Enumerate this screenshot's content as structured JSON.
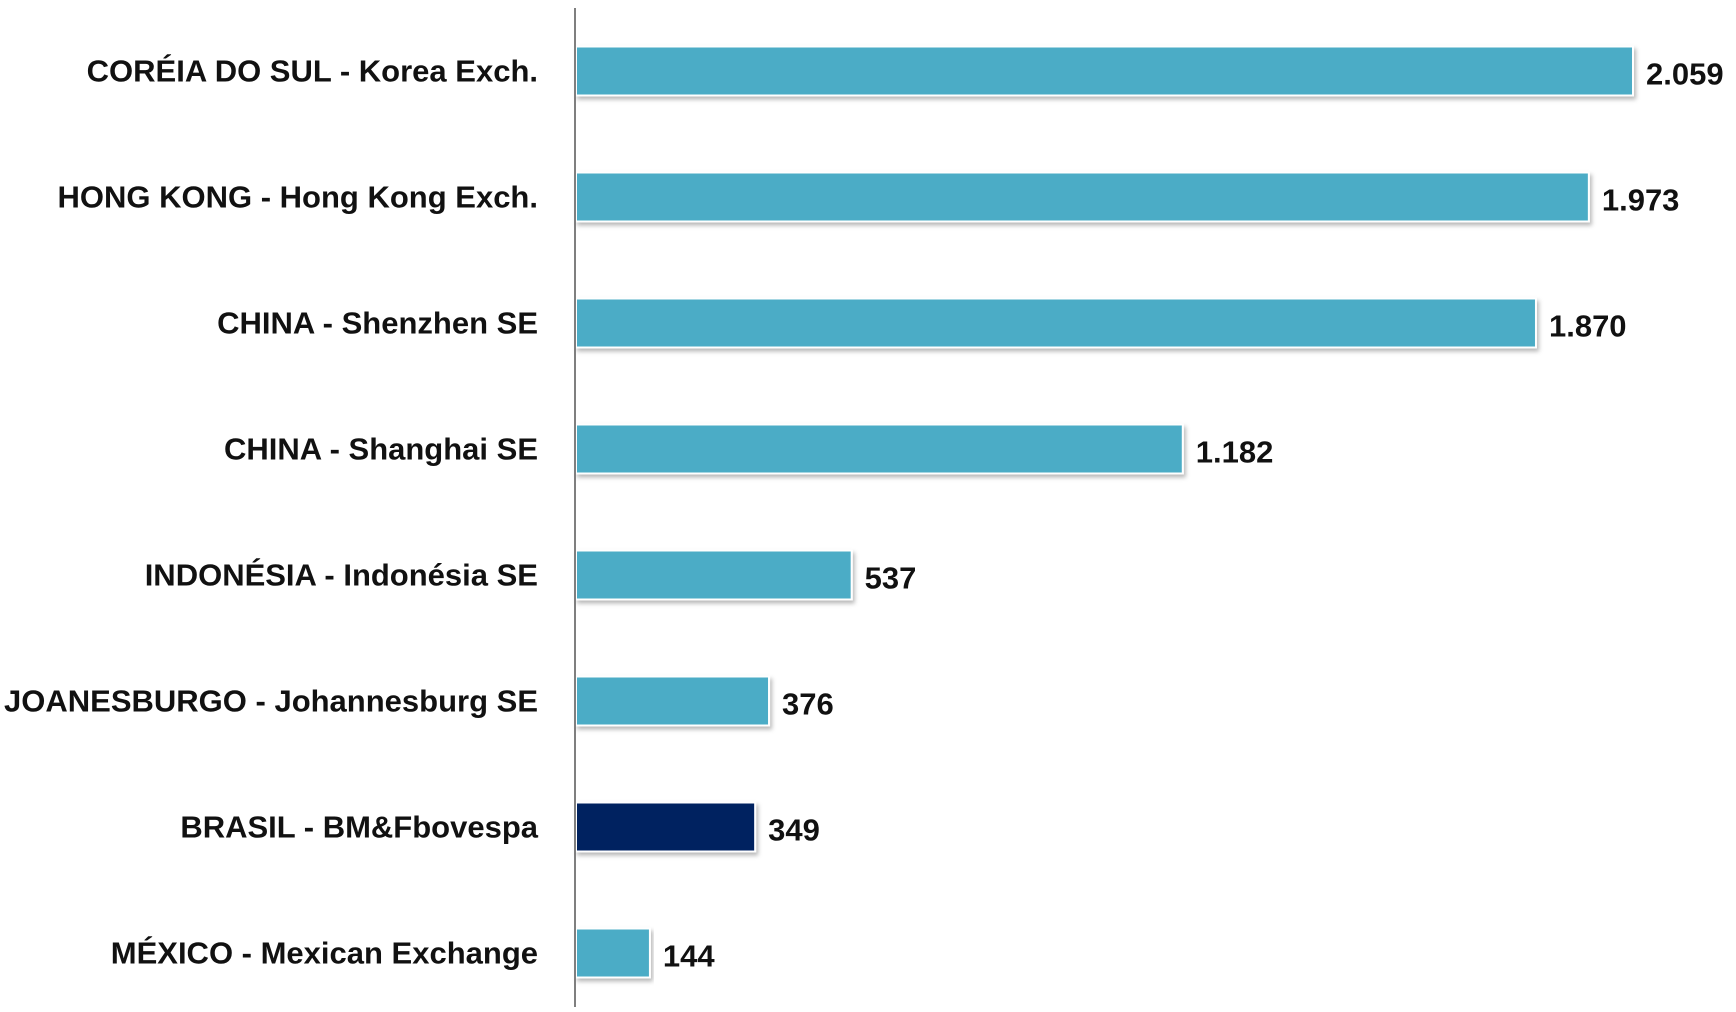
{
  "colors": {
    "default_bar": "#4BACC6",
    "highlight_bar": "#002060",
    "axis": "#7F7F7F",
    "text": "#111111"
  },
  "chart_data": {
    "type": "bar",
    "orientation": "horizontal",
    "title": "",
    "xlabel": "",
    "ylabel": "",
    "xlim": [
      0,
      2059
    ],
    "grid": false,
    "legend": "none",
    "categories": [
      "CORÉIA DO SUL - Korea Exch.",
      "HONG KONG - Hong Kong Exch.",
      "CHINA - Shenzhen SE",
      "CHINA - Shanghai SE",
      "INDONÉSIA - Indonésia SE",
      "JOANESBURGO - Johannesburg SE",
      "BRASIL - BM&Fbovespa",
      "MÉXICO - Mexican Exchange"
    ],
    "values": [
      2059,
      1973,
      1870,
      1182,
      537,
      376,
      349,
      144
    ],
    "value_labels": [
      "2.059",
      "1.973",
      "1.870",
      "1.182",
      "537",
      "376",
      "349",
      "144"
    ],
    "highlight_index": 6
  }
}
